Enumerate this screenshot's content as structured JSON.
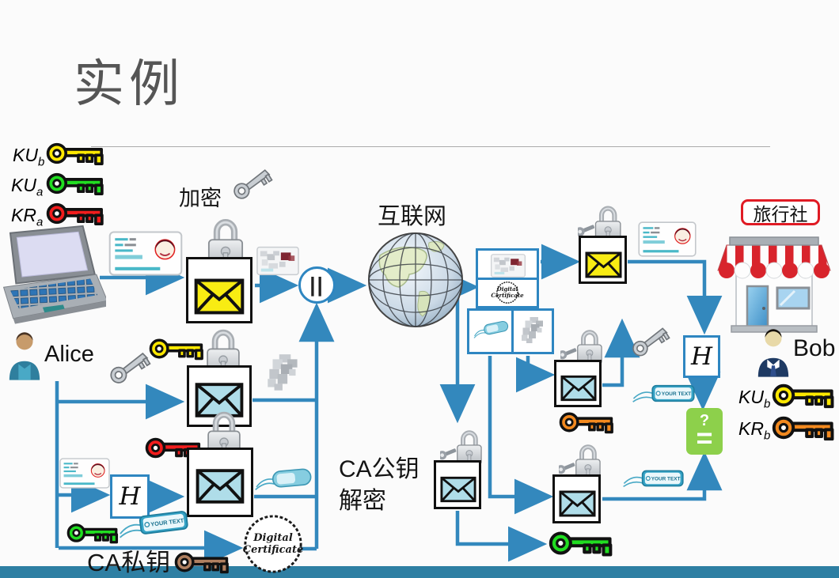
{
  "slide": {
    "title": "实例"
  },
  "labels": {
    "encrypt": "加密",
    "internet": "互联网",
    "alice": "Alice",
    "bob": "Bob",
    "travel_agency": "旅行社",
    "ca_public_decrypt_line1": "CA公钥",
    "ca_public_decrypt_line2": "解密",
    "ca_private_key": "CA私钥",
    "hash": "H",
    "concat": "||",
    "compare_question": "?",
    "compare_equals": "=",
    "certificate_word1": "Digital",
    "certificate_word2": "Certificate",
    "tag_text": "YOUR TEXT"
  },
  "legend_left": [
    {
      "base": "KU",
      "sub": "b",
      "key_color": "#FFE800"
    },
    {
      "base": "KU",
      "sub": "a",
      "key_color": "#21DD21"
    },
    {
      "base": "KR",
      "sub": "a",
      "key_color": "#F21D1D"
    }
  ],
  "legend_right": [
    {
      "base": "KU",
      "sub": "b",
      "key_color": "#FFE800"
    },
    {
      "base": "KR",
      "sub": "b",
      "key_color": "#F2891F"
    }
  ],
  "colors": {
    "arrow": "#3388BD",
    "diagram_box_border": "#2E86C1",
    "envelope_yellow": "#F8EC13",
    "envelope_blue": "#AFDDE9",
    "key_yellow": "#FFE800",
    "key_green": "#21DD21",
    "key_red": "#F21D1D",
    "key_orange": "#F2891F",
    "key_brown": "#B08060",
    "compare_green": "#8DD04B",
    "badge_red": "#E01B24",
    "footer_bar": "#2E7FA3"
  }
}
